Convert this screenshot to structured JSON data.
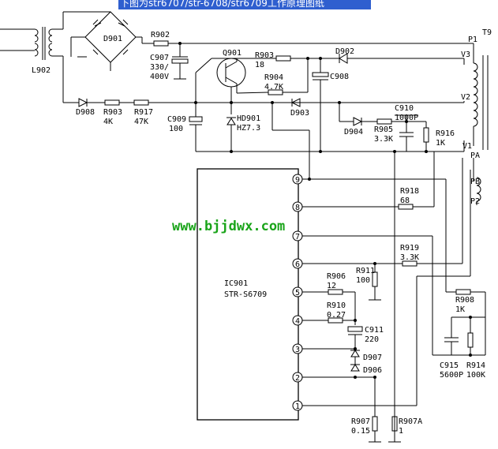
{
  "title": "下图为str6707/str-6708/str6709工作原理图纸",
  "watermark": "www.bjjdwx.com",
  "ic": {
    "ref": "IC901",
    "part": "STR-S6709",
    "pins": [
      "1",
      "2",
      "3",
      "4",
      "5",
      "6",
      "7",
      "8",
      "9"
    ]
  },
  "labels": {
    "l902": "L902",
    "d901": "D901",
    "r902": "R902",
    "c907": "C907",
    "c907_v1": "330/",
    "c907_v2": "400V",
    "q901": "Q901",
    "r903": "R903",
    "r903_v": "18",
    "r904": "R904",
    "r904_v": "4.7K",
    "c908": "C908",
    "d902": "D902",
    "d908": "D908",
    "r903b": "R903",
    "r903b_v": "4K",
    "r917": "R917",
    "r917_v": "47K",
    "c909": "C909",
    "c909_v": "100",
    "hd901": "HD901",
    "hd901_v": "HZ7.3",
    "d903": "D903",
    "d904": "D904",
    "c910": "C910",
    "c910_v": "1000P",
    "r905": "R905",
    "r905_v": "3.3K",
    "r916": "R916",
    "r916_v": "1K",
    "t9": "T9",
    "p1": "P1",
    "v3": "V3",
    "v2": "V2",
    "v1": "V1",
    "pa": "PA",
    "pb": "PB",
    "p2": "P2",
    "r918": "R918",
    "r918_v": "68",
    "r919": "R919",
    "r919_v": "3.3K",
    "r911": "R911",
    "r911_v": "100",
    "r906": "R906",
    "r906_v": "12",
    "r910": "R910",
    "r910_v": "0.27",
    "c911": "C911",
    "c911_v": "220",
    "d907": "D907",
    "d906": "D906",
    "r908": "R908",
    "r908_v": "1K",
    "c915": "C915",
    "c915_v": "5600P",
    "r914": "R914",
    "r914_v": "100K",
    "r907": "R907",
    "r907_v": "0.15",
    "r907a": "R907A",
    "r907a_v": "1"
  }
}
